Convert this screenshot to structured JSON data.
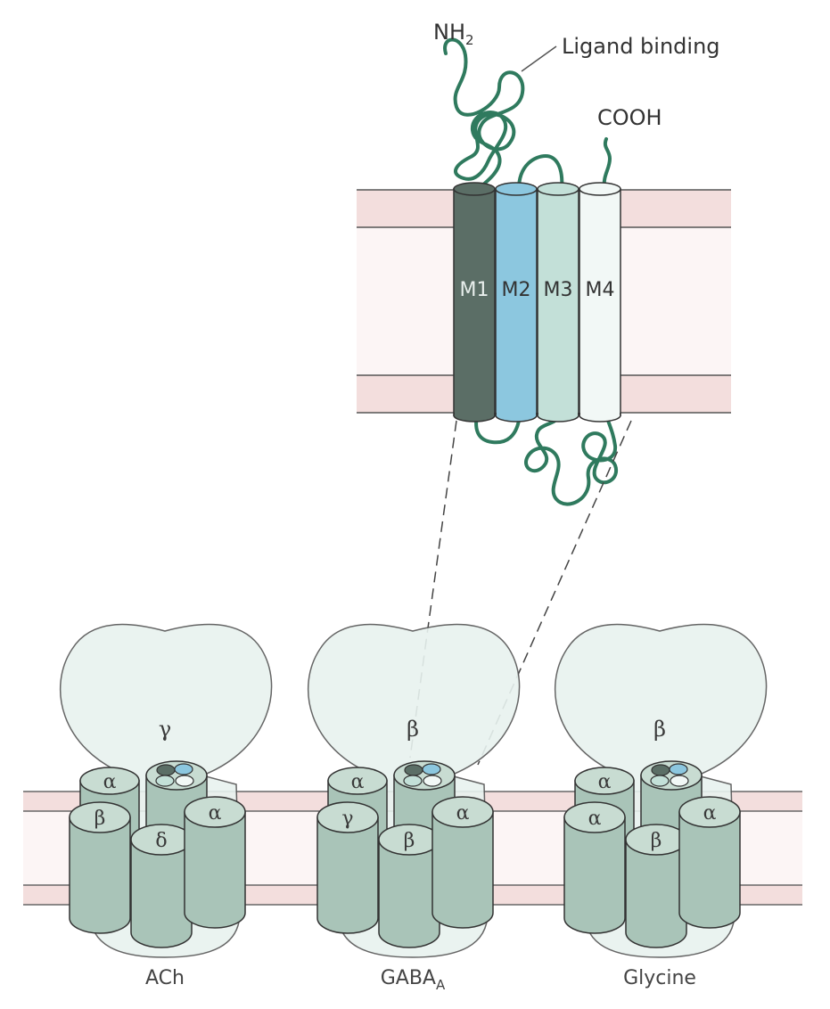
{
  "topology": {
    "n_terminus": "NH",
    "n_terminus_sub": "2",
    "c_terminus": "COOH",
    "ligand_binding": "Ligand binding",
    "segments": [
      {
        "label": "M1",
        "color": "#5b6e66"
      },
      {
        "label": "M2",
        "color": "#8cc7df"
      },
      {
        "label": "M3",
        "color": "#c3e0d8"
      },
      {
        "label": "M4",
        "color": "#f2f8f6"
      }
    ]
  },
  "receptors": [
    {
      "caption": "ACh",
      "caption_sub": "",
      "back": "γ",
      "subunits": [
        "α",
        "β",
        "δ",
        "α"
      ]
    },
    {
      "caption": "GABA",
      "caption_sub": "A",
      "back": "β",
      "subunits": [
        "α",
        "γ",
        "β",
        "α"
      ]
    },
    {
      "caption": "Glycine",
      "caption_sub": "",
      "back": "β",
      "subunits": [
        "α",
        "α",
        "β",
        "α"
      ]
    }
  ],
  "colors": {
    "membrane_band": "#f3dedd",
    "membrane_core": "#fcf5f5",
    "loop": "#2f7a5e",
    "subunit_body": "#a9c4b8",
    "subunit_top": "#c8dcd2",
    "envelope": "#e8f2ef"
  }
}
